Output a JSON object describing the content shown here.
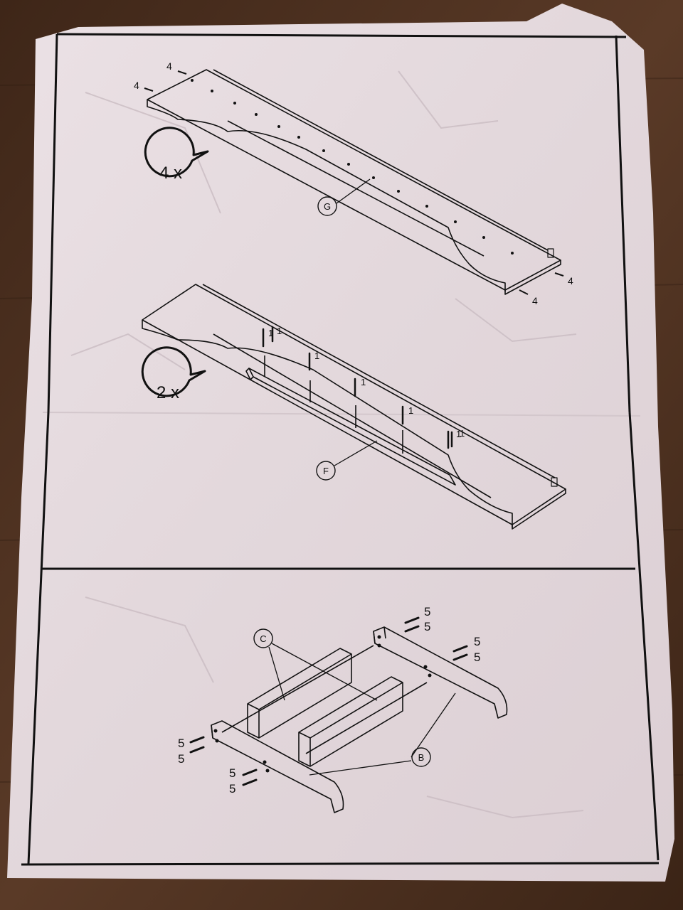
{
  "step1": {
    "multiplier": "4 x",
    "part_label": "G",
    "screw_labels": [
      "4",
      "4",
      "4",
      "4"
    ]
  },
  "step2": {
    "multiplier": "2 x",
    "part_label": "F",
    "screw_labels": [
      "1",
      "1",
      "1",
      "1",
      "1",
      "1",
      "1"
    ]
  },
  "step3": {
    "part_label_c": "C",
    "part_label_b": "B",
    "screw_labels": [
      "5",
      "5",
      "5",
      "5",
      "5",
      "5",
      "5",
      "5"
    ]
  },
  "colors": {
    "table": "#4a2f20",
    "paper": "#e8dde0",
    "ink": "#111111"
  }
}
